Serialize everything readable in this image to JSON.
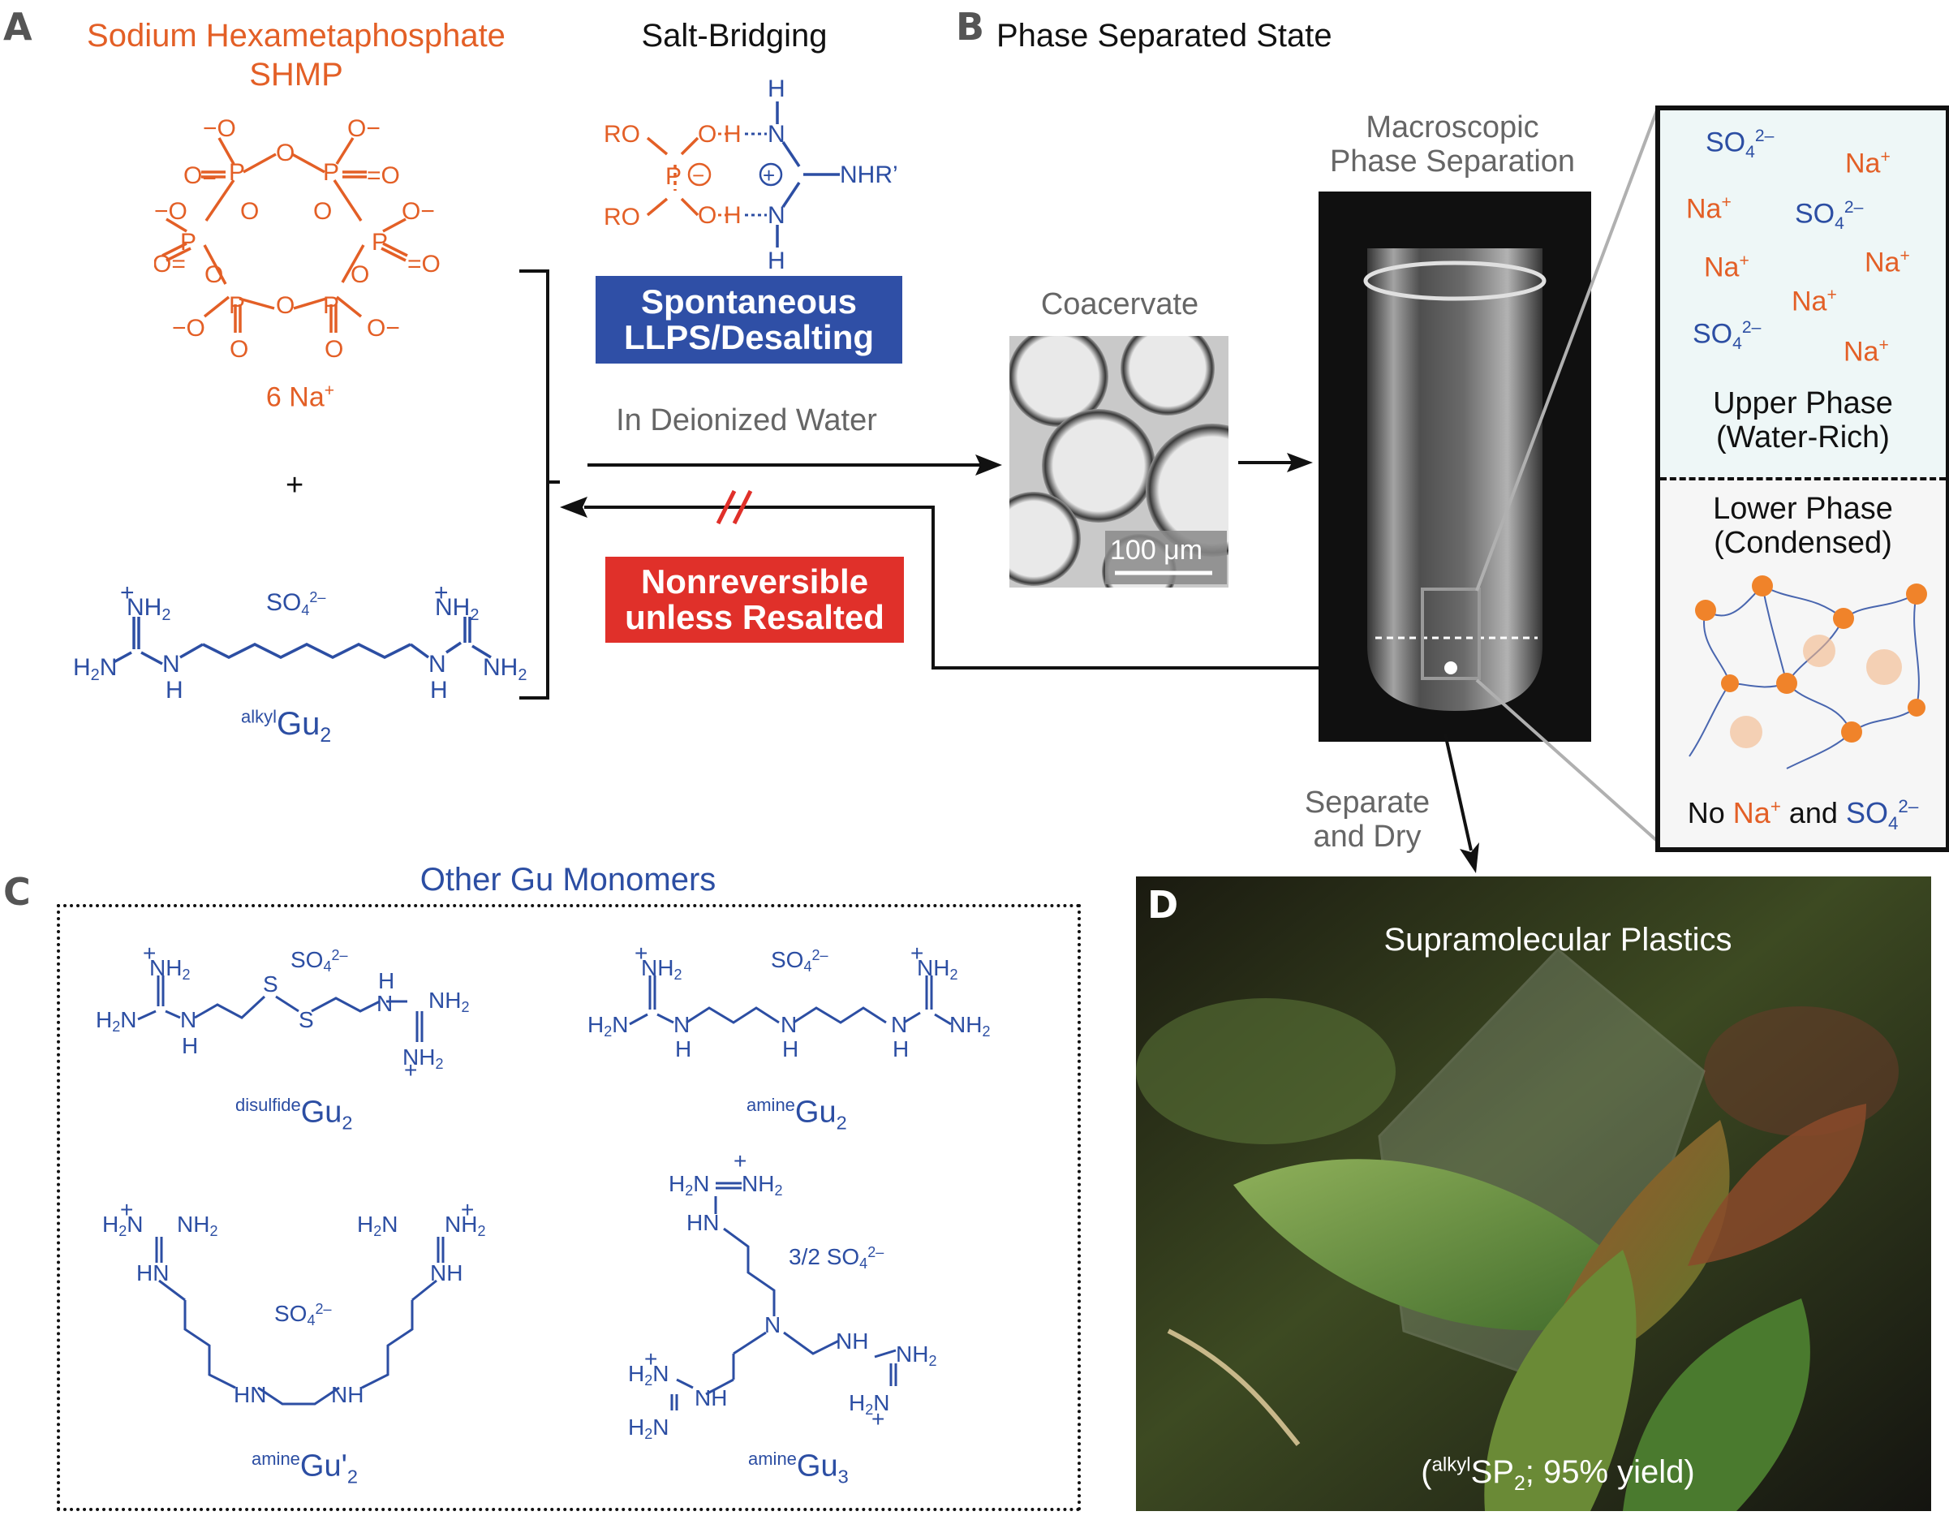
{
  "panels": {
    "a_letter": "A",
    "b_letter": "B",
    "c_letter": "C",
    "d_letter": "D"
  },
  "panel_a": {
    "shmp_title": "Sodium Hexametaphosphate",
    "shmp_abbr": "SHMP",
    "counterion": "6 Na",
    "counterion_sup": "+",
    "plus": "+",
    "sulfate": "SO",
    "sulfate_sub": "4",
    "sulfate_sup": "2–",
    "monomer_prefix": "alkyl",
    "monomer_name": "Gu",
    "monomer_sub": "2",
    "salt_bridging_title": "Salt-Bridging",
    "spontaneous_label_1": "Spontaneous",
    "spontaneous_label_2": "LLPS/Desalting",
    "in_water_label": "In Deionized Water",
    "nonreversible_label_1": "Nonreversible",
    "nonreversible_label_2": "unless Resalted"
  },
  "panel_b": {
    "title": "Phase Separated State",
    "coacervate_label": "Coacervate",
    "scale_bar": "100 μm",
    "macroscopic_1": "Macroscopic",
    "macroscopic_2": "Phase Separation",
    "upper_phase_1": "Upper Phase",
    "upper_phase_2": "(Water-Rich)",
    "lower_phase_1": "Lower Phase",
    "lower_phase_2": "(Condensed)",
    "no_ions_prefix": "No",
    "no_ions_na": "Na",
    "no_ions_and": "and",
    "no_ions_so": "SO",
    "ion_na": "Na",
    "ion_so4": "SO",
    "separate_1": "Separate",
    "separate_2": "and Dry"
  },
  "panel_c": {
    "title": "Other Gu Monomers",
    "m1_prefix": "disulfide",
    "m2_prefix": "amine",
    "m3_prefix": "amine",
    "m4_prefix": "amine",
    "gu": "Gu",
    "gu_prime": "Gu'",
    "sub2": "2",
    "sub3": "3",
    "sulfate_32": "3/2 SO"
  },
  "panel_d": {
    "title": "Supramolecular Plastics",
    "caption_prefix": "(",
    "caption_sup": "alkyl",
    "caption_main": "SP",
    "caption_sub": "2",
    "caption_rest": "; 95% yield)"
  },
  "colors": {
    "orange": "#e35f26",
    "blue": "#2c4ea3",
    "chip_blue": "#2f4fa6",
    "chip_red": "#e0302a",
    "photo_dark": "#101010"
  }
}
